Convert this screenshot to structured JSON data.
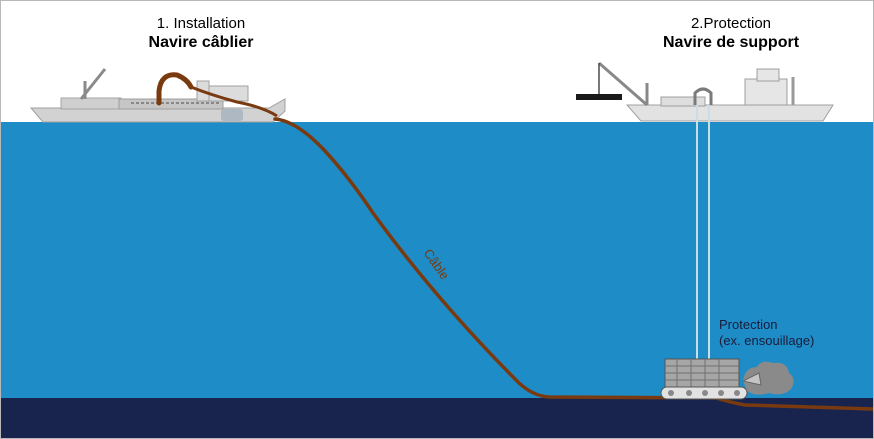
{
  "diagram": {
    "step1": {
      "title": "1. Installation",
      "subtitle": "Navire câblier"
    },
    "step2": {
      "title": "2.Protection",
      "subtitle": "Navire de support"
    },
    "cable_label": "Câble",
    "protection_label": {
      "line1": "Protection",
      "line2": "(ex. ensouillage)"
    },
    "colors": {
      "sea": "#1e8cc6",
      "seabed": "#18244e",
      "cable": "#7a3a10",
      "ship": "#d2d2d2",
      "ship_outline": "#a0a0a0"
    }
  }
}
